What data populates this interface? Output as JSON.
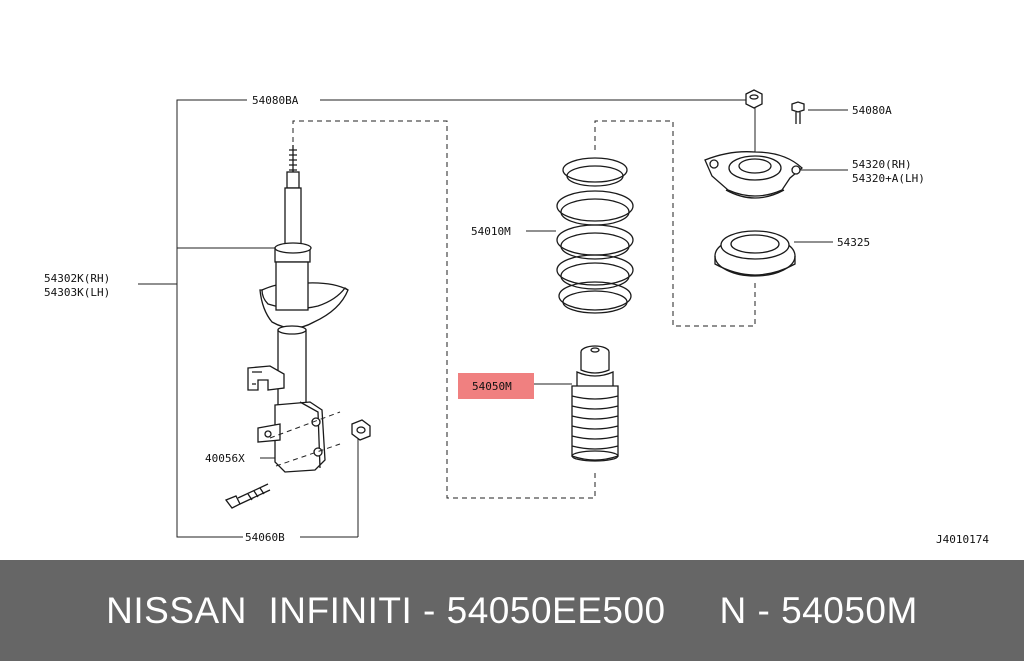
{
  "labels": {
    "l54080ba": "54080BA",
    "l54080a": "54080A",
    "l54320rh": "54320(RH)",
    "l54320lh": "54320+A(LH)",
    "l54010m": "54010M",
    "l54325": "54325",
    "l54302k": "54302K(RH)",
    "l54303k": "54303K(LH)",
    "l54050m": "54050M",
    "l40056x": "40056X",
    "l54060b": "54060B",
    "code": "J4010174"
  },
  "highlight_color": "#f08080",
  "footer": {
    "text": "NISSAN  INFINITI - 54050EE500     N - 54050M"
  }
}
